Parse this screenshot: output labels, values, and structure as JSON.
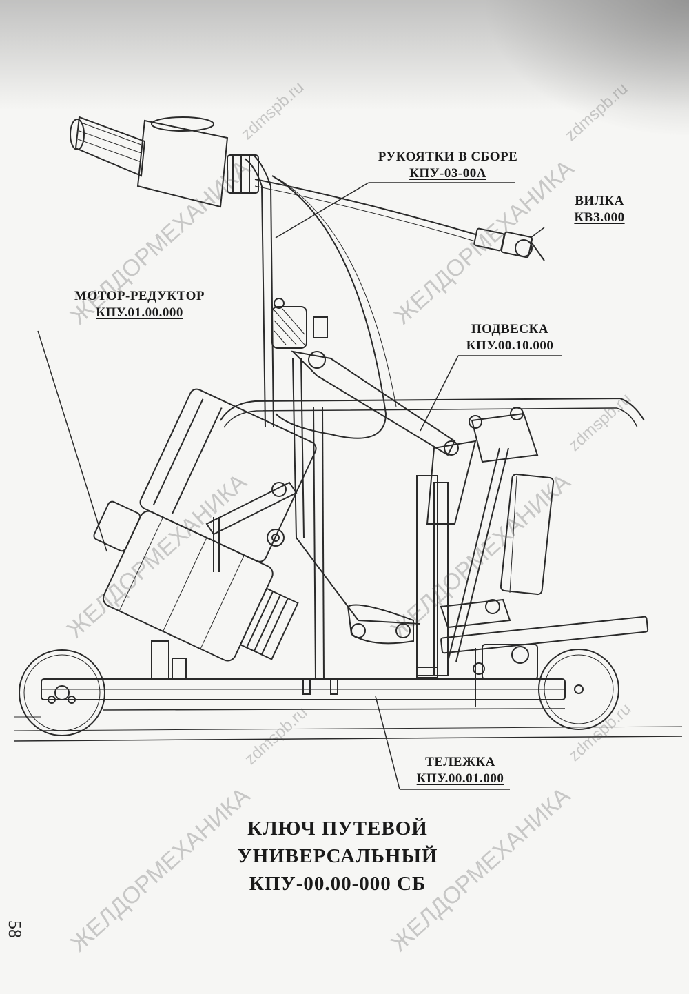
{
  "labels": {
    "handles": {
      "line1": "РУКОЯТКИ В СБОРЕ",
      "line2": "КПУ-03-00А"
    },
    "plug": {
      "line1": "ВИЛКА",
      "line2": "КВЗ.000"
    },
    "motor": {
      "line1": "МОТОР-РЕДУКТОР",
      "line2": "КПУ.01.00.000"
    },
    "suspension": {
      "line1": "ПОДВЕСКА",
      "line2": "КПУ.00.10.000"
    },
    "trolley": {
      "line1": "ТЕЛЕЖКА",
      "line2": "КПУ.00.01.000"
    }
  },
  "title": {
    "line1": "КЛЮЧ ПУТЕВОЙ",
    "line2": "УНИВЕРСАЛЬНЫЙ",
    "line3": "КПУ-00.00-000 СБ"
  },
  "page_number": "58",
  "watermarks": {
    "site": "zdmspb.ru",
    "brand": "ЖЕЛДОРМЕХАНИКА"
  }
}
